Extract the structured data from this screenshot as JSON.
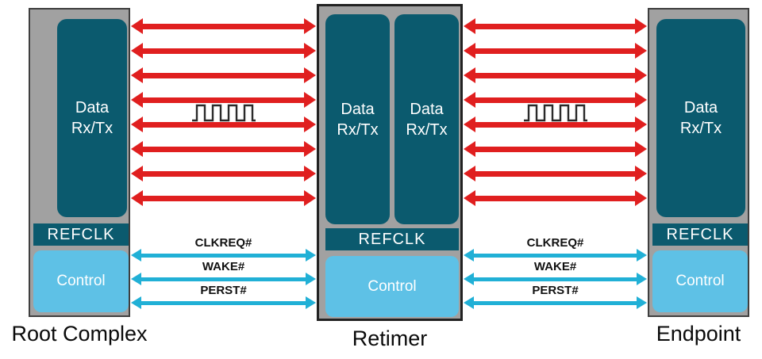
{
  "blocks": {
    "root_complex": {
      "title": "Root Complex",
      "data": "Data\nRx/Tx",
      "refclk": "REFCLK",
      "control": "Control"
    },
    "retimer": {
      "title": "Retimer",
      "data_a": "Data\nRx/Tx",
      "data_b": "Data\nRx/Tx",
      "refclk": "REFCLK",
      "control": "Control"
    },
    "endpoint": {
      "title": "Endpoint",
      "data": "Data\nRx/Tx",
      "refclk": "REFCLK",
      "control": "Control"
    }
  },
  "links": {
    "lanes_per_link": 8,
    "sideband_signals": [
      "CLKREQ#",
      "WAKE#",
      "PERST#"
    ]
  },
  "colors": {
    "block_fill": "#a1a1a1",
    "teal_fill": "#0b5a6e",
    "control_fill": "#5ec1e6",
    "lane_arrow": "#e01f1f",
    "sideband_arrow": "#21b0d6"
  }
}
